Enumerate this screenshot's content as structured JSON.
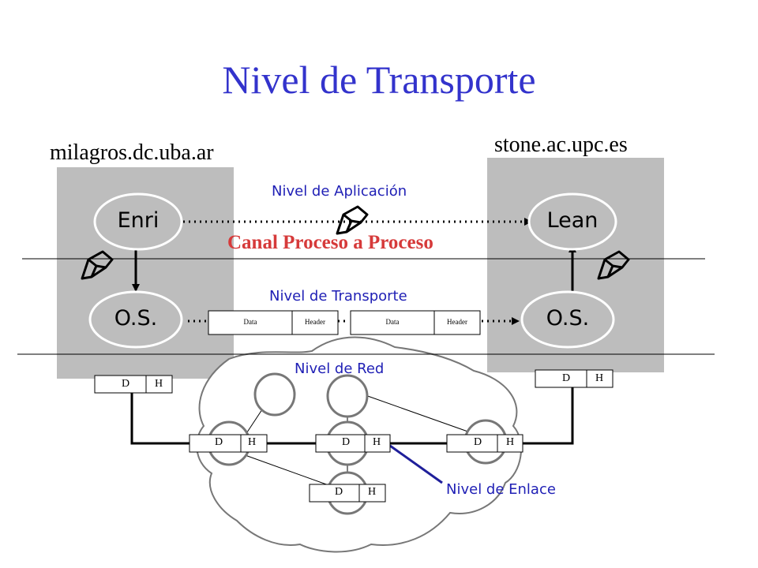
{
  "title": "Nivel de Transporte",
  "hosts": {
    "left": "milagros.dc.uba.ar",
    "right": "stone.ac.upc.es"
  },
  "layers": {
    "aplicacion": "Nivel de Aplicación",
    "canal": "Canal Proceso a Proceso",
    "transporte": "Nivel de Transporte",
    "red": "Nivel de Red",
    "enlace": "Nivel de Enlace"
  },
  "processes": {
    "left": "Enri",
    "right": "Lean"
  },
  "os": {
    "left": "O.S.",
    "right": "O.S."
  },
  "segments": [
    {
      "data": "Data",
      "header": "Header"
    },
    {
      "data": "Data",
      "header": "Header"
    }
  ],
  "frame": {
    "d": "D",
    "h": "H"
  },
  "colors": {
    "title": "#3333cc",
    "layer_label": "#1f1fb5",
    "canal": "#d63a3a",
    "host_box": "#bdbdbd",
    "node": "#bdbdbd"
  },
  "icons": [
    "pencil-icon"
  ]
}
